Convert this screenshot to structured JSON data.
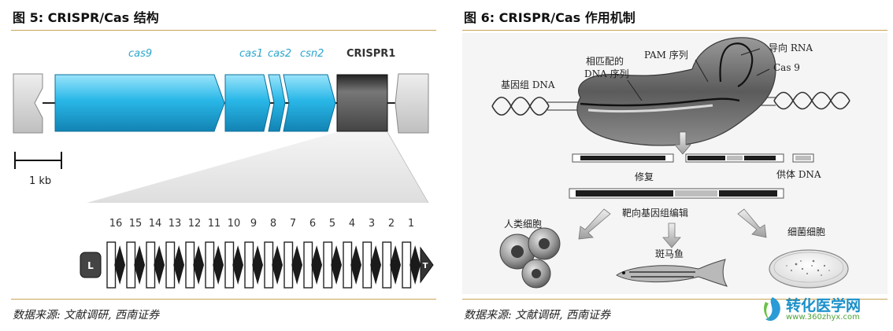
{
  "left": {
    "title": "图 5:  CRISPR/Cas 结构",
    "source": "数据来源: 文献调研, 西南证券",
    "genes": [
      "cas9",
      "cas1",
      "cas2",
      "csn2"
    ],
    "crispr_label": "CRISPR1",
    "scale_label": "1 kb",
    "repeat_numbers": [
      "16",
      "15",
      "14",
      "13",
      "12",
      "11",
      "10",
      "9",
      "8",
      "7",
      "6",
      "5",
      "4",
      "3",
      "2",
      "1"
    ],
    "leader_label": "L",
    "terminal_label": "T"
  },
  "right": {
    "title": "图 6:  CRISPR/Cas 作用机制",
    "source": "数据来源: 文献调研, 西南证券",
    "labels": {
      "pam": "PAM 序列",
      "guide_rna": "导向 RNA",
      "matching_dna_line1": "相匹配的",
      "matching_dna_line2": "DNA 序列",
      "cas9": "Cas 9",
      "genome_dna": "基因组 DNA",
      "repair": "修复",
      "donor_dna": "供体 DNA",
      "targeted_editing": "靶向基因组编辑",
      "human_cells": "人类细胞",
      "zebrafish": "斑马鱼",
      "bacteria": "细菌细胞"
    }
  },
  "watermark": {
    "name": "转化医学网",
    "url": "www.360zhyx.com"
  },
  "colors": {
    "rule": "#c9a455",
    "gene_fill": "#29b8e8",
    "crispr_fill": "#555555"
  }
}
